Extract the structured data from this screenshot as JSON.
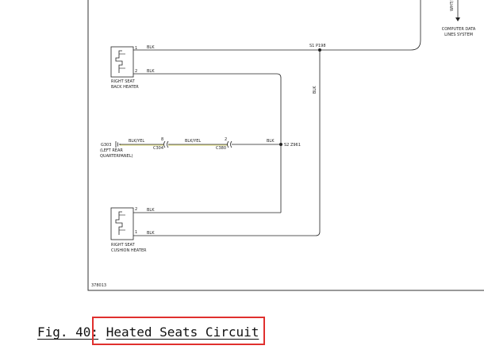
{
  "diagram": {
    "components": {
      "back_heater": {
        "line1": "RIGHT SEAT",
        "line2": "BACK HEATER",
        "pin_top": "1",
        "pin_bottom": "2"
      },
      "cushion_heater": {
        "line1": "RIGHT SEAT",
        "line2": "CUSHION HEATER",
        "pin_top": "2",
        "pin_bottom": "1"
      },
      "ground": {
        "code": "G303",
        "line1": "(LEFT REAR",
        "line2": "QUARTERPANEL)"
      },
      "computer": {
        "line1": "COMPUTER DATA",
        "line2": "LINES SYSTEM",
        "wire": "WHT/"
      }
    },
    "wires": {
      "w1": "BLK",
      "w2": "BLK",
      "w3": "BLK",
      "w4": "BLK",
      "w_vertical": "BLK",
      "w_ground1": "BLK/YEL",
      "w_ground2": "BLK/YEL",
      "w_splice": "BLK"
    },
    "connectors": {
      "c304_pin": "8",
      "c304": "C304",
      "c380_pin": "2",
      "c380": "C380"
    },
    "splices": {
      "s1": "S1 P198",
      "s2": "S2 Z961"
    },
    "ref_number": "378013"
  },
  "caption": {
    "prefix": "Fig. 40:",
    "title": "Heated Seats Circuit"
  },
  "colors": {
    "highlight": "#e0302e",
    "wire": "#222222",
    "wire_yellow": "#c8c400"
  }
}
